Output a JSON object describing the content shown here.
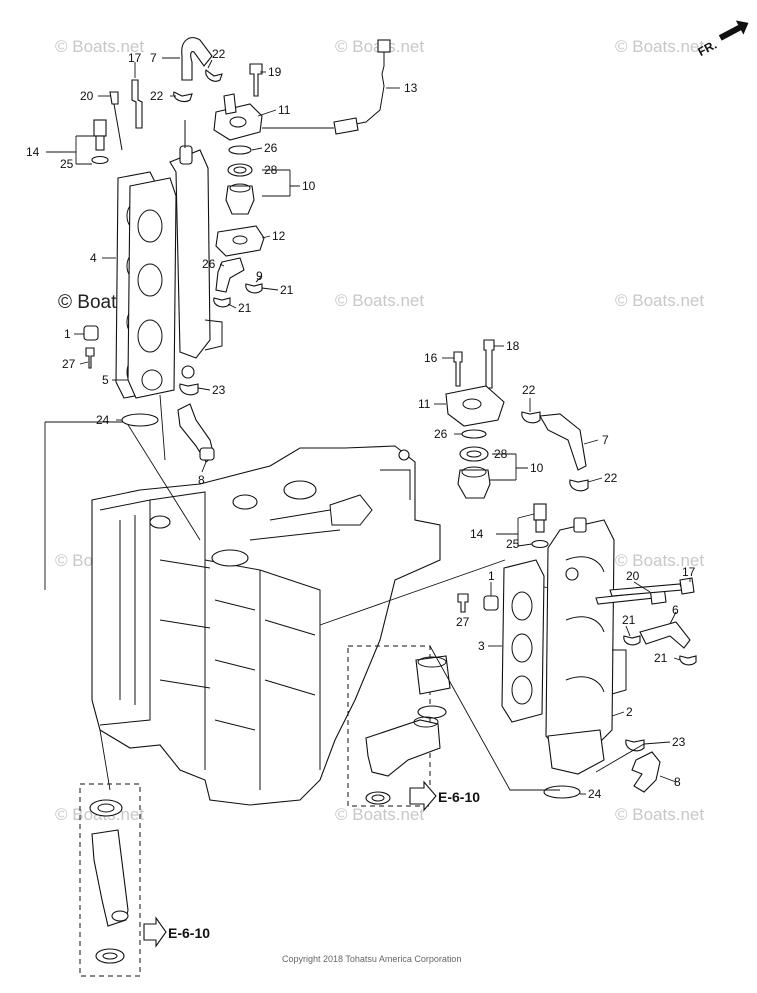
{
  "watermark": {
    "text": "© Boats.net",
    "highlight_text": "© Boats.net"
  },
  "orientation_label": "FR.",
  "callouts": [
    {
      "id": "c7a",
      "label": "7"
    },
    {
      "id": "c17a",
      "label": "17"
    },
    {
      "id": "c22a",
      "label": "22"
    },
    {
      "id": "c20a",
      "label": "20"
    },
    {
      "id": "c22b",
      "label": "22"
    },
    {
      "id": "c19",
      "label": "19"
    },
    {
      "id": "c11a",
      "label": "11"
    },
    {
      "id": "c13",
      "label": "13"
    },
    {
      "id": "c14a",
      "label": "14"
    },
    {
      "id": "c25a",
      "label": "25"
    },
    {
      "id": "c26a",
      "label": "26"
    },
    {
      "id": "c28a",
      "label": "28"
    },
    {
      "id": "c10a",
      "label": "10"
    },
    {
      "id": "c4",
      "label": "4"
    },
    {
      "id": "c12",
      "label": "12"
    },
    {
      "id": "c26b",
      "label": "26"
    },
    {
      "id": "c9",
      "label": "9"
    },
    {
      "id": "c21a",
      "label": "21"
    },
    {
      "id": "c21b",
      "label": "21"
    },
    {
      "id": "c1a",
      "label": "1"
    },
    {
      "id": "c27a",
      "label": "27"
    },
    {
      "id": "c5",
      "label": "5"
    },
    {
      "id": "c23a",
      "label": "23"
    },
    {
      "id": "c24a",
      "label": "24"
    },
    {
      "id": "c8a",
      "label": "8"
    },
    {
      "id": "c16",
      "label": "16"
    },
    {
      "id": "c18",
      "label": "18"
    },
    {
      "id": "c11b",
      "label": "11"
    },
    {
      "id": "c22c",
      "label": "22"
    },
    {
      "id": "c7b",
      "label": "7"
    },
    {
      "id": "c26c",
      "label": "26"
    },
    {
      "id": "c28b",
      "label": "28"
    },
    {
      "id": "c10b",
      "label": "10"
    },
    {
      "id": "c22d",
      "label": "22"
    },
    {
      "id": "c14b",
      "label": "14"
    },
    {
      "id": "c25b",
      "label": "25"
    },
    {
      "id": "c1b",
      "label": "1"
    },
    {
      "id": "c20b",
      "label": "20"
    },
    {
      "id": "c17b",
      "label": "17"
    },
    {
      "id": "c6",
      "label": "6"
    },
    {
      "id": "c21c",
      "label": "21"
    },
    {
      "id": "c27b",
      "label": "27"
    },
    {
      "id": "c3",
      "label": "3"
    },
    {
      "id": "c21d",
      "label": "21"
    },
    {
      "id": "c2",
      "label": "2"
    },
    {
      "id": "c23b",
      "label": "23"
    },
    {
      "id": "c8b",
      "label": "8"
    },
    {
      "id": "c24b",
      "label": "24"
    }
  ],
  "references": {
    "ref_a": "E-6-10",
    "ref_b": "E-6-10"
  },
  "copyright": "Copyright 2018 Tohatsu America Corporation"
}
